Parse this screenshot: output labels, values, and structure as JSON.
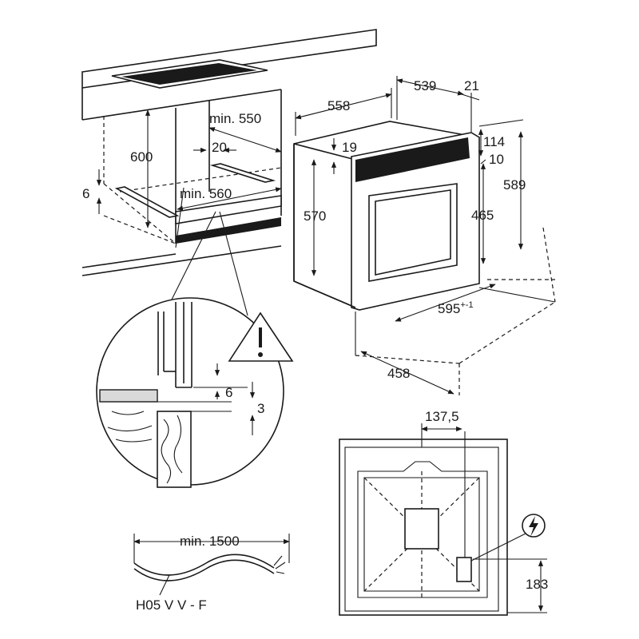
{
  "dimensions": {
    "d539": "539",
    "d21": "21",
    "d558": "558",
    "min550": "min. 550",
    "d600": "600",
    "d20": "20",
    "d6_cab": "6",
    "min560": "min. 560",
    "d19": "19",
    "d570": "570",
    "d114": "114",
    "d10": "10",
    "d589": "589",
    "d465": "465",
    "d595": "595",
    "d595_tol": "+-1",
    "d458": "458",
    "d6_detail": "6",
    "d3_detail": "3",
    "d137_5": "137,5",
    "d183": "183",
    "min1500": "min. 1500",
    "cable_type": "H05 V V - F"
  },
  "icons": {
    "warning": "warning-triangle-icon",
    "electric": "electric-bolt-icon"
  }
}
